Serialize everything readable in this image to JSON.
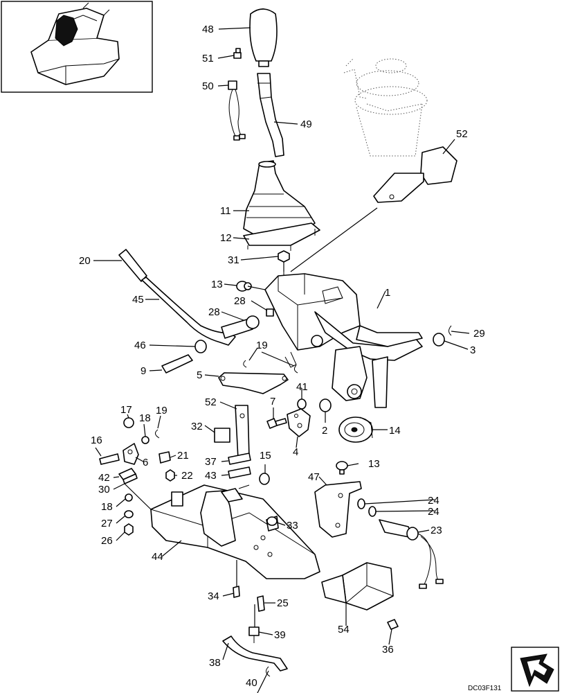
{
  "drawing_code": "DC03F131",
  "callouts": [
    {
      "id": "c48",
      "label": "48"
    },
    {
      "id": "c51",
      "label": "51"
    },
    {
      "id": "c50",
      "label": "50"
    },
    {
      "id": "c49",
      "label": "49"
    },
    {
      "id": "c52a",
      "label": "52"
    },
    {
      "id": "c11",
      "label": "11"
    },
    {
      "id": "c12",
      "label": "12"
    },
    {
      "id": "c31",
      "label": "31"
    },
    {
      "id": "c20",
      "label": "20"
    },
    {
      "id": "c13a",
      "label": "13"
    },
    {
      "id": "c1",
      "label": "1"
    },
    {
      "id": "c45",
      "label": "45"
    },
    {
      "id": "c28a",
      "label": "28"
    },
    {
      "id": "c28b",
      "label": "28"
    },
    {
      "id": "c29",
      "label": "29"
    },
    {
      "id": "c3",
      "label": "3"
    },
    {
      "id": "c46",
      "label": "46"
    },
    {
      "id": "c19",
      "label": "19"
    },
    {
      "id": "c9",
      "label": "9"
    },
    {
      "id": "c5",
      "label": "5"
    },
    {
      "id": "c41",
      "label": "41"
    },
    {
      "id": "c7",
      "label": "7"
    },
    {
      "id": "c52b",
      "label": "52"
    },
    {
      "id": "c17",
      "label": "17"
    },
    {
      "id": "c18a",
      "label": "18"
    },
    {
      "id": "c19b",
      "label": "19"
    },
    {
      "id": "c32",
      "label": "32"
    },
    {
      "id": "c2",
      "label": "2"
    },
    {
      "id": "c14",
      "label": "14"
    },
    {
      "id": "c16",
      "label": "16"
    },
    {
      "id": "c4",
      "label": "4"
    },
    {
      "id": "c6",
      "label": "6"
    },
    {
      "id": "c21",
      "label": "21"
    },
    {
      "id": "c37",
      "label": "37"
    },
    {
      "id": "c15",
      "label": "15"
    },
    {
      "id": "c13b",
      "label": "13"
    },
    {
      "id": "c43",
      "label": "43"
    },
    {
      "id": "c42",
      "label": "42"
    },
    {
      "id": "c22",
      "label": "22"
    },
    {
      "id": "c30",
      "label": "30"
    },
    {
      "id": "c47",
      "label": "47"
    },
    {
      "id": "c18b",
      "label": "18"
    },
    {
      "id": "c24a",
      "label": "24"
    },
    {
      "id": "c24b",
      "label": "24"
    },
    {
      "id": "c27",
      "label": "27"
    },
    {
      "id": "c33",
      "label": "33"
    },
    {
      "id": "c23",
      "label": "23"
    },
    {
      "id": "c26",
      "label": "26"
    },
    {
      "id": "c44",
      "label": "44"
    },
    {
      "id": "c34",
      "label": "34"
    },
    {
      "id": "c25",
      "label": "25"
    },
    {
      "id": "c54",
      "label": "54"
    },
    {
      "id": "c39",
      "label": "39"
    },
    {
      "id": "c36",
      "label": "36"
    },
    {
      "id": "c38",
      "label": "38"
    },
    {
      "id": "c40",
      "label": "40"
    }
  ]
}
